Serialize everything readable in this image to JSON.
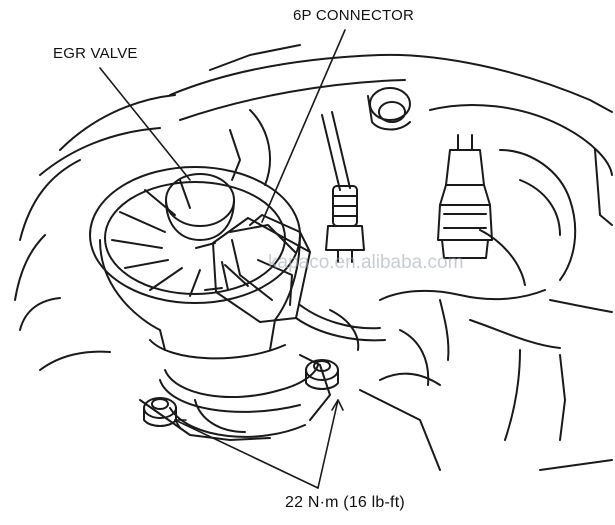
{
  "labels": {
    "connector": "6P CONNECTOR",
    "egr_valve": "EGR VALVE",
    "torque": "22 N·m (16 lb-ft)"
  },
  "watermark": "kapaco.en.alibaba.com"
}
